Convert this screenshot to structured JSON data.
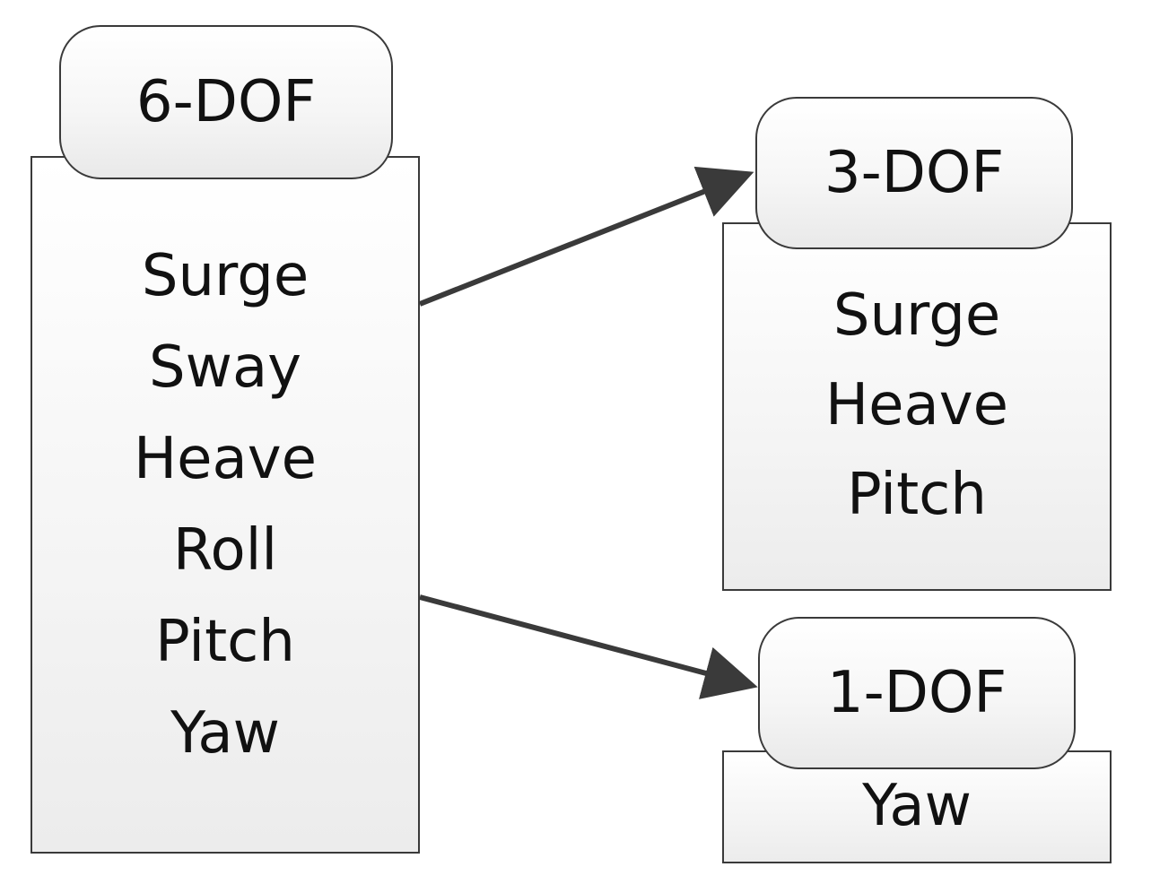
{
  "diagram": {
    "six_dof": {
      "title": "6-DOF",
      "items": [
        "Surge",
        "Sway",
        "Heave",
        "Roll",
        "Pitch",
        "Yaw"
      ]
    },
    "three_dof": {
      "title": "3-DOF",
      "items": [
        "Surge",
        "Heave",
        "Pitch"
      ]
    },
    "one_dof": {
      "title": "1-DOF",
      "items": [
        "Yaw"
      ]
    },
    "edges": [
      {
        "from": "6-DOF",
        "to": "3-DOF"
      },
      {
        "from": "6-DOF",
        "to": "1-DOF"
      }
    ],
    "colors": {
      "border": "#3a3a3a",
      "arrow": "#3a3a3a",
      "text": "#111111"
    }
  }
}
